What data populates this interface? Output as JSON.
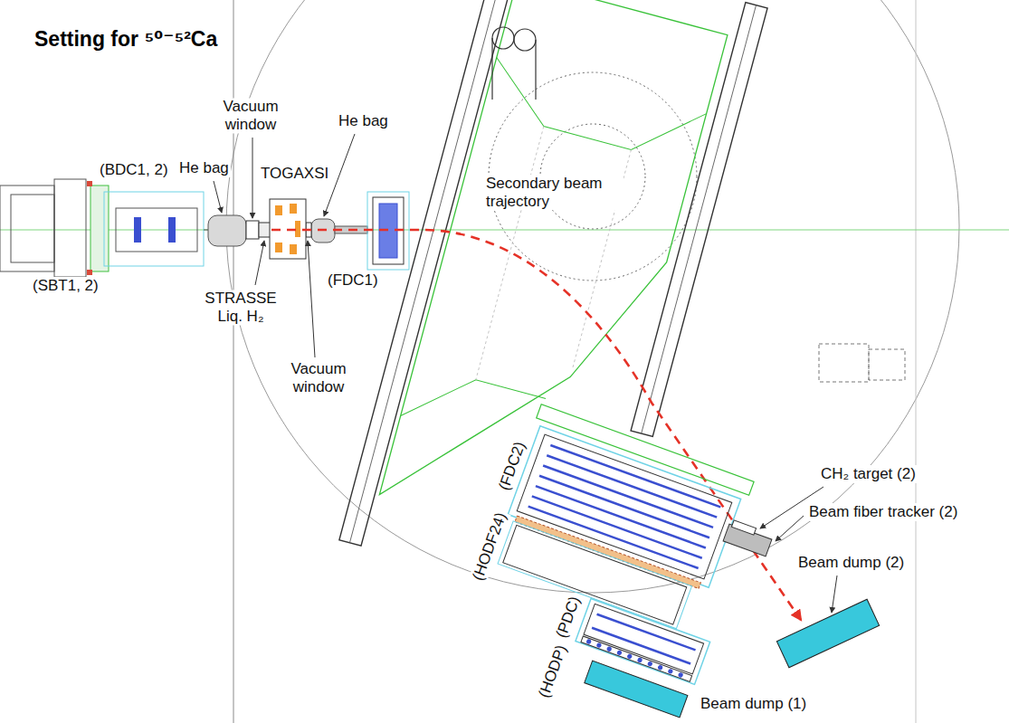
{
  "diagram": {
    "title": "Setting for ⁵⁰⁻⁵²Ca",
    "labels": [
      "Vacuum window",
      "He bag",
      "He bag",
      "TOGAXSI",
      "(BDC1, 2)",
      "Secondary beam trajectory",
      "(SBT1, 2)",
      "STRASSE Liq. H₂",
      "(FDC1)",
      "Vacuum window",
      "CH₂ target (2)",
      "Beam fiber tracker (2)",
      "(FDC2)",
      "Beam dump (2)",
      "(HODF24)",
      "(PDC)",
      "(HODP)",
      "Beam dump (1)"
    ]
  }
}
